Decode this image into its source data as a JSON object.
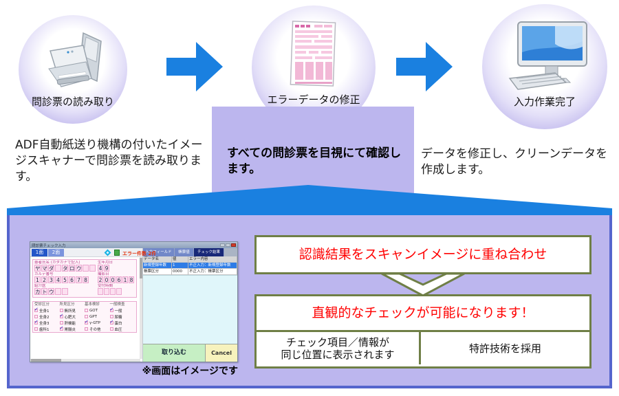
{
  "colors": {
    "flow_blue": "#1a80e0",
    "panel_purple": "#bcb6ee",
    "box_border_blue": "#5565cd",
    "olive_border": "#6f7f46",
    "alert_red": "#ff0000"
  },
  "icons": {
    "scanner": "document-scanner illustration",
    "form_document": "pink questionnaire sheet illustration",
    "computer": "desktop monitor and keyboard illustration",
    "flow_arrow": "blue right arrow",
    "diamond": "cyan diamond marker",
    "sheet": "green sheet marker",
    "down_chevron": "olive outlined down arrow"
  },
  "flow": {
    "steps": [
      {
        "label": "問診票の読み取り",
        "description": "ADF自動紙送り機構の付いたイメージスキャナーで問診票を読み取ります。"
      },
      {
        "label": "エラーデータの修正",
        "description": "すべての問診票を目視にて確認します。"
      },
      {
        "label": "入力作業完了",
        "description": "データを修正し、クリーンデータを作成します。"
      }
    ]
  },
  "screenshot": {
    "window_title": "問診票チェック入力",
    "page_tabs": [
      "1面",
      "2面"
    ],
    "error_count_label": "エラー件数 2件",
    "form": {
      "rows": [
        {
          "label": "患者氏名 (カタカナで記入)",
          "boxes": [
            "ヤ",
            "マ",
            "ダ",
            "",
            "タ",
            "ロ",
            "ウ",
            "",
            ""
          ],
          "right_label": "生年月日",
          "right_boxes": [
            "4",
            "9"
          ]
        },
        {
          "label": "カルテ番号",
          "boxes": [
            "1",
            "2",
            "3",
            "4",
            "5",
            "6",
            "7",
            "8"
          ],
          "right_label": "撮影日",
          "right_boxes": [
            "2",
            "0",
            "0",
            "6",
            "1",
            "8"
          ]
        },
        {
          "label": "紹介医",
          "boxes": [
            "カ",
            "ト",
            "ウ",
            "",
            ""
          ],
          "right_label": "受付時間",
          "right_boxes": [
            "",
            "",
            "",
            ""
          ]
        }
      ],
      "check_columns": [
        {
          "header": "受診区分",
          "items": [
            {
              "label": "全身1",
              "checked": true
            },
            {
              "label": "全身2",
              "checked": false
            },
            {
              "label": "全身3",
              "checked": true
            },
            {
              "label": "歯科1",
              "checked": false
            }
          ]
        },
        {
          "header": "所見区分",
          "items": [
            {
              "label": "無所見",
              "checked": false
            },
            {
              "label": "心肥大",
              "checked": true
            },
            {
              "label": "肝機能",
              "checked": false
            },
            {
              "label": "胃腸炎",
              "checked": true
            }
          ]
        },
        {
          "header": "基本検診",
          "items": [
            {
              "label": "GOT",
              "checked": false
            },
            {
              "label": "GPT",
              "checked": false
            },
            {
              "label": "γ-GTP",
              "checked": true
            },
            {
              "label": "その他",
              "checked": false
            }
          ]
        },
        {
          "header": "一般検査",
          "items": [
            {
              "label": "一般",
              "checked": true
            },
            {
              "label": "尿糖",
              "checked": false
            },
            {
              "label": "蛋白",
              "checked": true
            },
            {
              "label": "血圧",
              "checked": false
            }
          ]
        }
      ]
    },
    "panel": {
      "tabs": [
        "入力フィールド",
        "帳票値",
        "チェック結果"
      ],
      "active_tab": "チェック結果",
      "table": {
        "headers": [
          "データ名",
          "値",
          "エラー内容"
        ],
        "rows": [
          [
            "新規登録年数",
            "1",
            "不正入力：新規登録年数"
          ],
          [
            "帳票区分",
            "0000",
            "不正入力：帳票区分"
          ]
        ]
      },
      "buttons": {
        "import": "取り込む",
        "cancel": "Cancel"
      }
    },
    "caption": "※画面はイメージです"
  },
  "highlight": {
    "box1": "認識結果をスキャンイメージに重ね合わせ",
    "box2": "直観的なチェックが可能になります！",
    "cell1_line1": "チェック項目／情報が",
    "cell1_line2": "同じ位置に表示されます",
    "cell2": "特許技術を採用"
  }
}
